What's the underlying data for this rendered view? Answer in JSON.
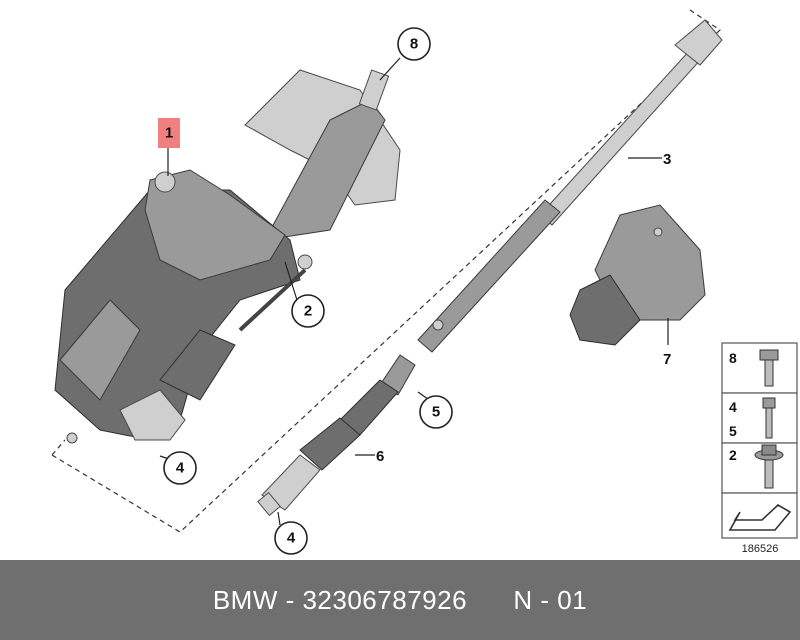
{
  "callouts": {
    "c1": "1",
    "c2": "2",
    "c3": "3",
    "c4a": "4",
    "c4b": "4",
    "c5": "5",
    "c6": "6",
    "c7": "7",
    "c8": "8"
  },
  "legend": {
    "row1": "8",
    "row2a": "4",
    "row2b": "5",
    "row3": "2"
  },
  "diagram_id": "186526",
  "footer": {
    "brand": "BMW",
    "sep1": " - ",
    "part_number": "32306787926",
    "gap": "      ",
    "suffix": "N - 01"
  },
  "colors": {
    "highlight": "#f08080",
    "footer_bg": "#6f6f6f"
  },
  "icons": [
    "bolt-icon",
    "stud-bolt-icon",
    "flange-bolt-icon",
    "arrow-icon"
  ]
}
